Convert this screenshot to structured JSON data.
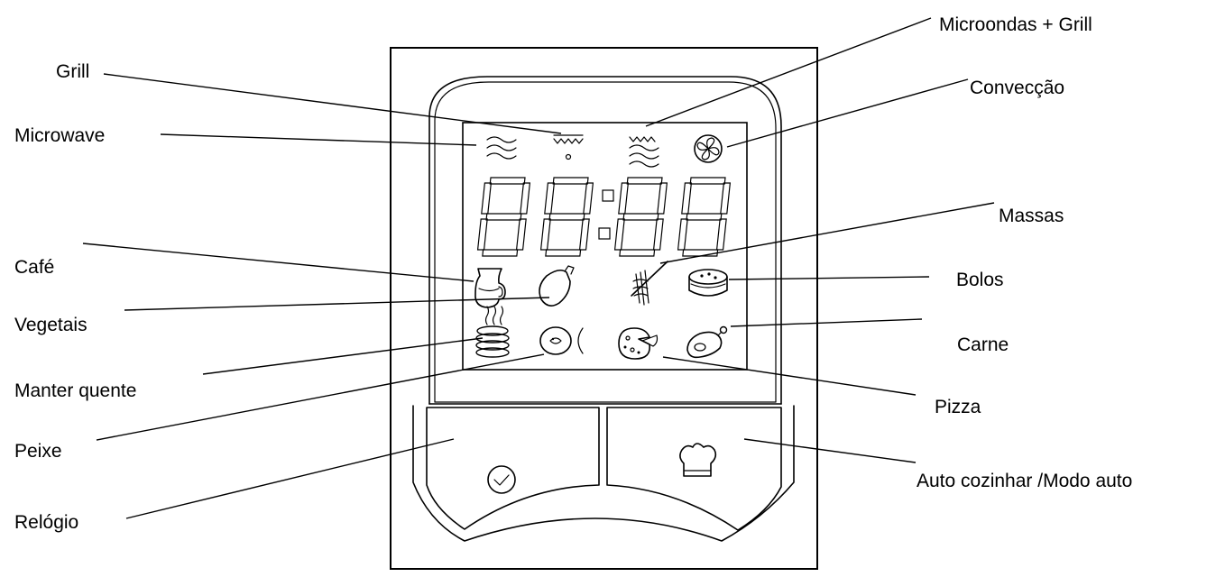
{
  "labels": {
    "grill": "Grill",
    "microwave": "Microwave",
    "microondas_grill": "Microondas + Grill",
    "conveccao": "Convecção",
    "massas": "Massas",
    "cafe": "Café",
    "bolos": "Bolos",
    "vegetais": "Vegetais",
    "carne": "Carne",
    "manter_quente": "Manter quente",
    "pizza": "Pizza",
    "peixe": "Peixe",
    "auto_cozinhar": "Auto cozinhar /Modo auto",
    "relogio": "Relógio"
  },
  "display": {
    "digits": "88:88"
  }
}
